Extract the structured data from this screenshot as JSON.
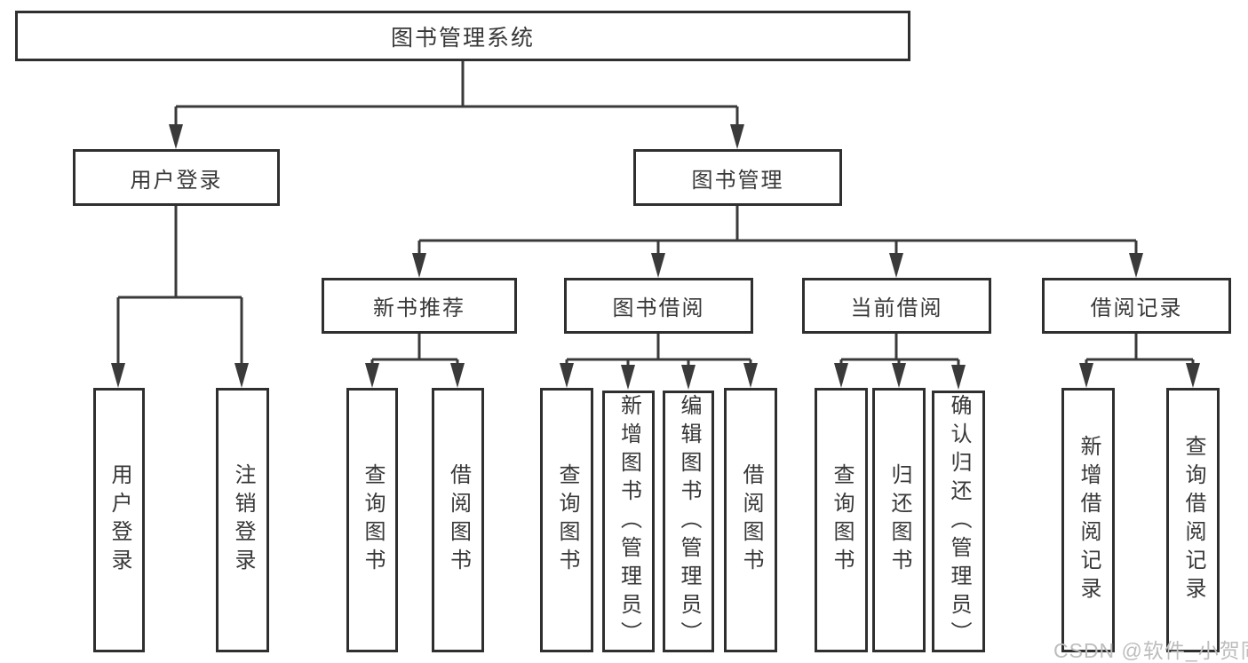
{
  "diagram": {
    "nodes": {
      "root": "图书管理系统",
      "user_login_branch": "用户登录",
      "book_management": "图书管理",
      "new_book_recommend": "新书推荐",
      "book_borrowing": "图书借阅",
      "current_borrowing": "当前借阅",
      "borrowing_records": "借阅记录",
      "user_login": "用户登录",
      "logout": "注销登录",
      "nb_query_books": "查询图书",
      "nb_borrow_books": "借阅图书",
      "bb_query_books": "查询图书",
      "bb_add_books_admin": "新增图书（管理员）",
      "bb_edit_books_admin": "编辑图书（管理员）",
      "bb_borrow_books": "借阅图书",
      "cb_query_books": "查询图书",
      "cb_return_books": "归还图书",
      "cb_confirm_return_admin": "确认归还（管理员）",
      "br_add_record": "新增借阅记录",
      "br_query_record": "查询借阅记录"
    },
    "colors": {
      "line": "#3a3a3a",
      "box_border": "#2f2f2f",
      "text": "#383838",
      "background": "#ffffff",
      "watermark": "#bdbdbd"
    }
  },
  "watermark": {
    "text": "CSDN @软件_小贺同学"
  }
}
